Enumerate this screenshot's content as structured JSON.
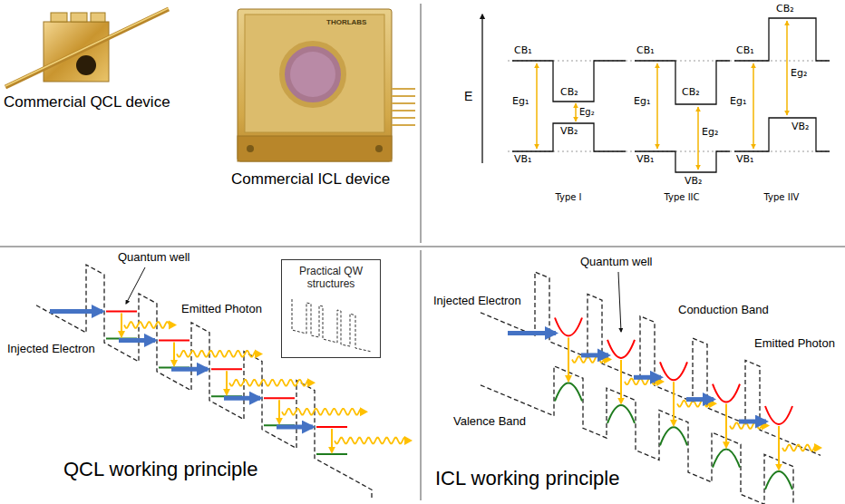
{
  "diagram": {
    "nodes": [
      {
        "text": [
          "Practical QW structures"
        ]
      }
    ],
    "labels": [
      "Commercial QCL device",
      "THORLABS",
      "Commercial ICL device",
      "E",
      "CB₁",
      "Eg₁",
      "CB₂",
      "Eg₂",
      "VB₂",
      "VB₁",
      "Type I",
      "CB₁",
      "Eg₁",
      "CB₂",
      "Eg₂",
      "VB₂",
      "VB₁",
      "Type IIC",
      "CB₁",
      "Eg₁",
      "CB₂",
      "Eg₂",
      "VB₂",
      "VB₁",
      "Type IIV",
      "Quantum well",
      "Injected Electron",
      "Emitted Photon",
      "QCL working principle",
      "Quantum well",
      "Injected Electron",
      "Conduction Band",
      "Emitted Photon",
      "Valence Band",
      "ICL working principle"
    ]
  }
}
